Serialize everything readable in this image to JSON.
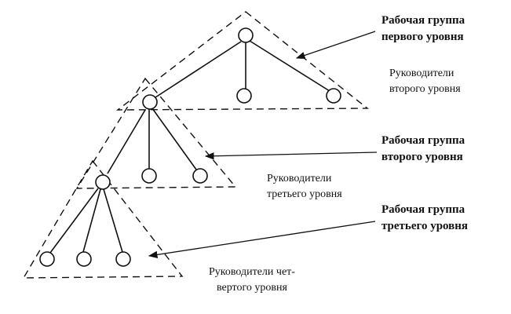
{
  "labels": {
    "wg1": {
      "line1": "Рабочая группа",
      "line2": "первого уровня"
    },
    "mgr2": {
      "line1": "Руководители",
      "line2": "второго уровня"
    },
    "wg2": {
      "line1": "Рабочая группа",
      "line2": "второго уровня"
    },
    "mgr3": {
      "line1": "Руководители",
      "line2": "третьего уровня"
    },
    "wg3": {
      "line1": "Рабочая группа",
      "line2": "третьего уровня"
    },
    "mgr4": {
      "line1": "Руководители чет-",
      "line2": "вертого уровня"
    }
  },
  "colors": {
    "ink": "#111111",
    "background": "#ffffff"
  }
}
